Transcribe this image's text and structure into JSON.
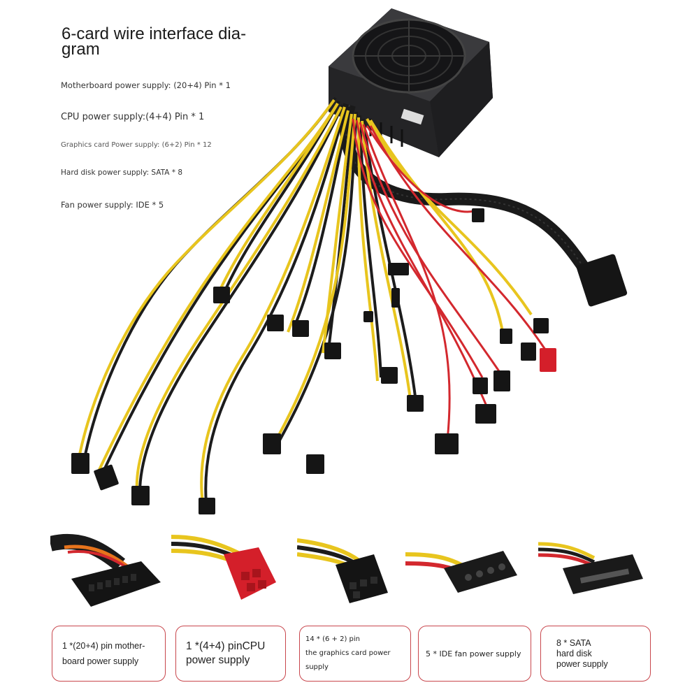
{
  "title": "6-card wire interface dia-\ngram",
  "specs": [
    "Motherboard power supply: (20+4) Pin * 1",
    "CPU power supply:(4+4) Pin * 1",
    "Graphics card Power supply: (6+2) Pin * 12",
    "Hard disk power supply: SATA * 8",
    "Fan power supply: IDE * 5"
  ],
  "labels": [
    "1 *(20+4) pin mother-\nboard power supply",
    "1 *(4+4) pinCPU\npower supply",
    "14 * (6 + 2) pin\nthe graphics card power supply",
    "5 * IDE fan power supply",
    "8 * SATA\nhard disk\npower supply"
  ],
  "colors": {
    "label_border": "#c8464c",
    "wire_yellow": "#e8c51e",
    "wire_black": "#1c1c1c",
    "wire_red": "#d3282e",
    "connector_red": "#d41f2a",
    "psu_body": "#2a2a2c"
  }
}
